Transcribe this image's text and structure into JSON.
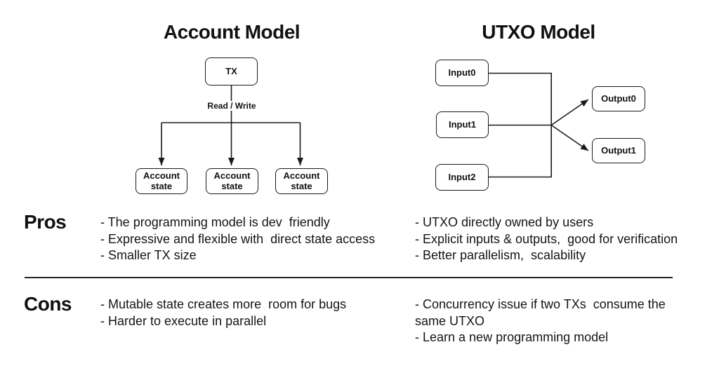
{
  "left_panel": {
    "title": "Account Model",
    "tx_label": "TX",
    "edge_label": "Read / Write",
    "account_states": [
      "Account state",
      "Account state",
      "Account state"
    ]
  },
  "right_panel": {
    "title": "UTXO Model",
    "inputs": [
      "Input0",
      "Input1",
      "Input2"
    ],
    "outputs": [
      "Output0",
      "Output1"
    ]
  },
  "pros": {
    "label": "Pros",
    "account_items": [
      "- The programming model is dev  friendly",
      "- Expressive and flexible with  direct state access",
      "- Smaller TX size"
    ],
    "utxo_items": [
      "- UTXO directly owned by users",
      "- Explicit inputs & outputs,  good for verification",
      "- Better parallelism,  scalability"
    ]
  },
  "cons": {
    "label": "Cons",
    "account_items": [
      "- Mutable state creates more  room for bugs",
      "- Harder to execute in parallel"
    ],
    "utxo_items": [
      "- Concurrency issue if two TXs  consume the same UTXO",
      "- Learn a new programming model"
    ]
  },
  "colors": {
    "background": "#ffffff",
    "text": "#111111",
    "line": "#1a1a1a"
  }
}
